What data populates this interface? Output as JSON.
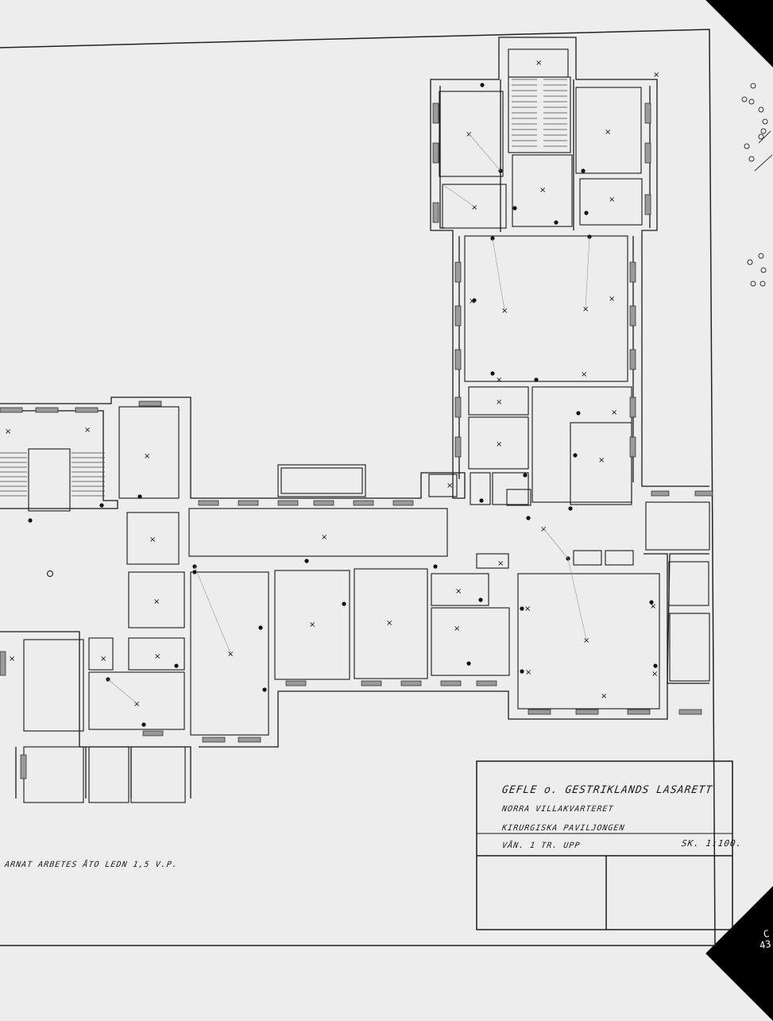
{
  "title_block": {
    "institution": "GEFLE o. GESTRIKLANDS LASARETT",
    "quarter": "NORRA VILLAKVARTERET",
    "building": "KIRURGISKA PAVILJONGEN",
    "floor": "VÅN. 1 TR. UPP",
    "scale": "SK. 1:100."
  },
  "margin_note": "ARNAT ARBETES ÅTO LEDN 1,5 V.P.",
  "sheet_mark": {
    "line1": "C",
    "line2": "43"
  },
  "colors": {
    "paper": "#ededed",
    "ink": "#1a1a1a",
    "edge": "#000000"
  }
}
